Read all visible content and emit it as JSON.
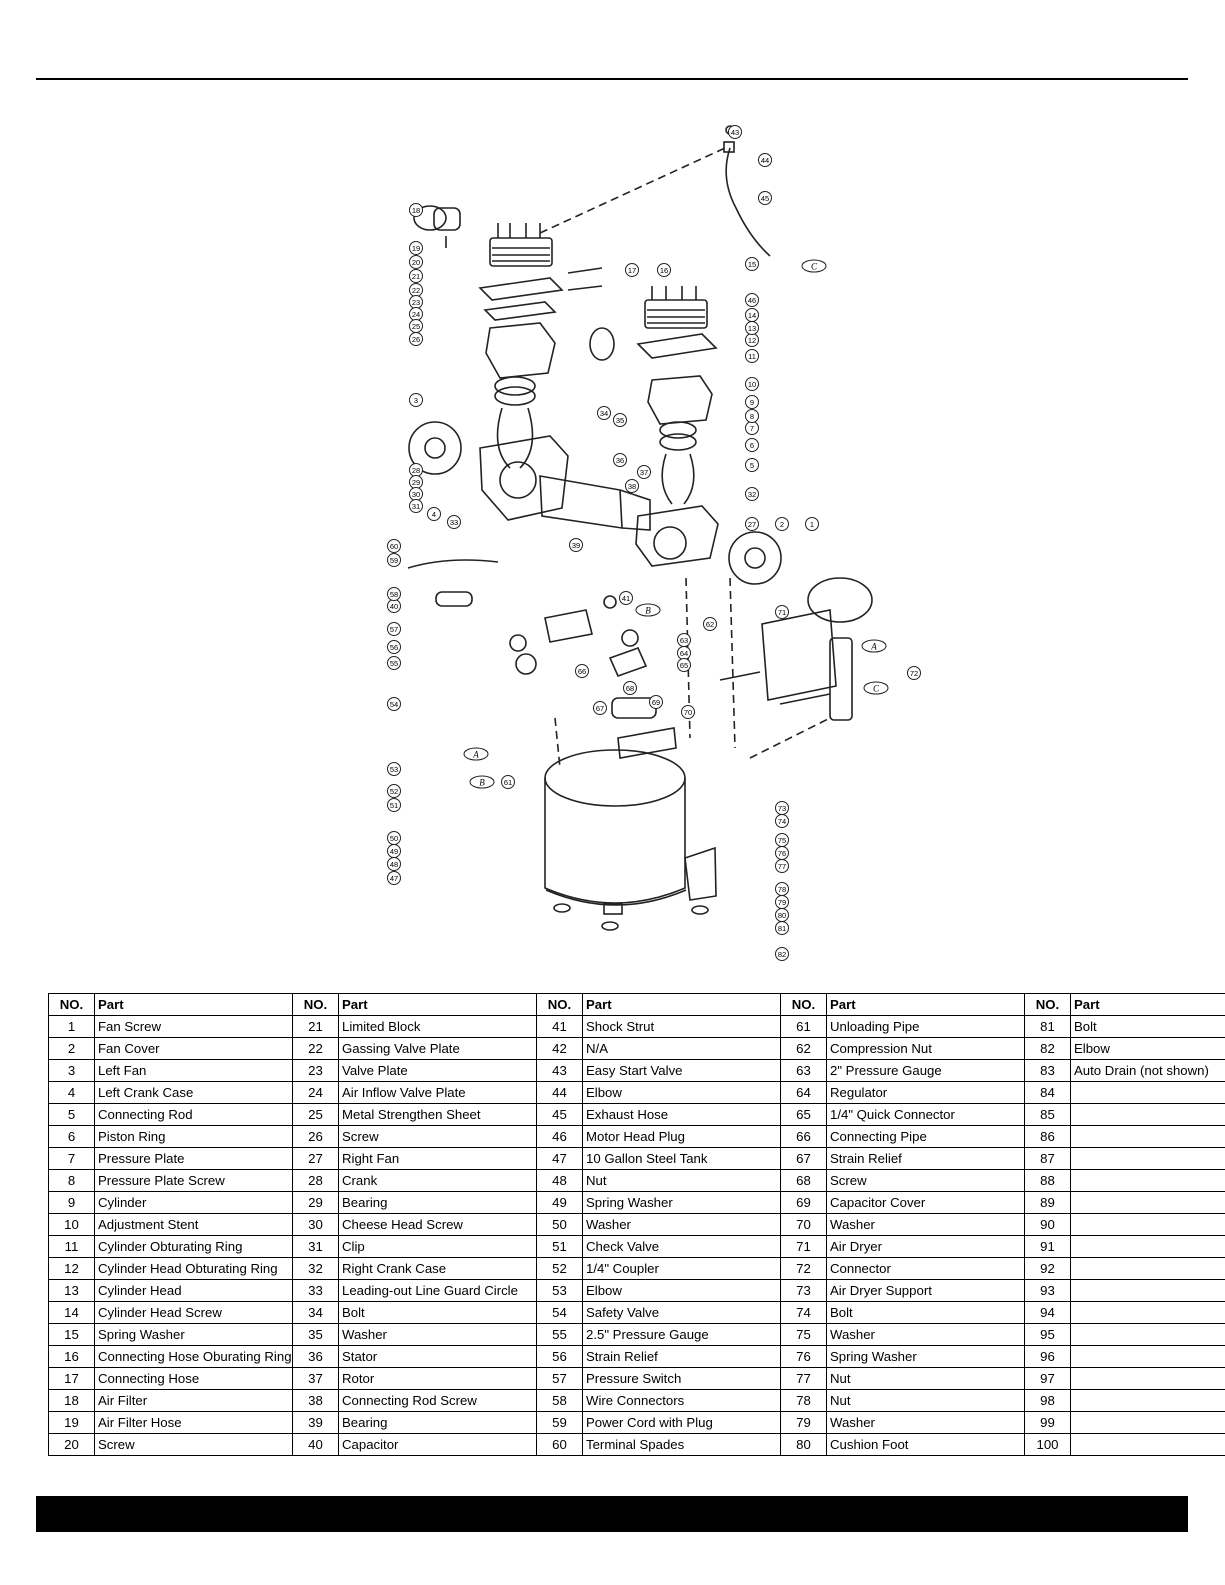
{
  "diagram": {
    "callouts": [
      "1",
      "2",
      "3",
      "4",
      "5",
      "6",
      "7",
      "8",
      "9",
      "10",
      "11",
      "12",
      "13",
      "14",
      "15",
      "16",
      "17",
      "18",
      "19",
      "20",
      "21",
      "22",
      "23",
      "24",
      "25",
      "26",
      "27",
      "28",
      "29",
      "30",
      "31",
      "32",
      "33",
      "34",
      "35",
      "36",
      "37",
      "38",
      "39",
      "40",
      "41",
      "43",
      "44",
      "45",
      "46",
      "47",
      "48",
      "49",
      "50",
      "51",
      "52",
      "53",
      "54",
      "55",
      "56",
      "57",
      "58",
      "59",
      "60",
      "61",
      "62",
      "63",
      "64",
      "65",
      "66",
      "67",
      "68",
      "69",
      "70",
      "71",
      "72",
      "73",
      "74",
      "75",
      "76",
      "77",
      "78",
      "79",
      "80",
      "81",
      "82"
    ],
    "connector_labels": [
      "A",
      "B",
      "C"
    ]
  },
  "table": {
    "headers": {
      "no": "NO.",
      "part": "Part"
    },
    "rows": [
      [
        [
          "1",
          "Fan Screw"
        ],
        [
          "21",
          "Limited Block"
        ],
        [
          "41",
          "Shock Strut"
        ],
        [
          "61",
          "Unloading Pipe"
        ],
        [
          "81",
          "Bolt"
        ]
      ],
      [
        [
          "2",
          "Fan Cover"
        ],
        [
          "22",
          "Gassing Valve Plate"
        ],
        [
          "42",
          "N/A"
        ],
        [
          "62",
          "Compression Nut"
        ],
        [
          "82",
          "Elbow"
        ]
      ],
      [
        [
          "3",
          "Left Fan"
        ],
        [
          "23",
          "Valve Plate"
        ],
        [
          "43",
          "Easy Start Valve"
        ],
        [
          "63",
          "2\" Pressure Gauge"
        ],
        [
          "83",
          "Auto Drain (not shown)"
        ]
      ],
      [
        [
          "4",
          "Left Crank Case"
        ],
        [
          "24",
          "Air Inflow Valve Plate"
        ],
        [
          "44",
          "Elbow"
        ],
        [
          "64",
          "Regulator"
        ],
        [
          "84",
          ""
        ]
      ],
      [
        [
          "5",
          "Connecting Rod"
        ],
        [
          "25",
          "Metal Strengthen Sheet"
        ],
        [
          "45",
          "Exhaust Hose"
        ],
        [
          "65",
          "1/4\" Quick Connector"
        ],
        [
          "85",
          ""
        ]
      ],
      [
        [
          "6",
          "Piston Ring"
        ],
        [
          "26",
          "Screw"
        ],
        [
          "46",
          "Motor Head Plug"
        ],
        [
          "66",
          "Connecting Pipe"
        ],
        [
          "86",
          ""
        ]
      ],
      [
        [
          "7",
          "Pressure Plate"
        ],
        [
          "27",
          "Right Fan"
        ],
        [
          "47",
          "10 Gallon Steel Tank"
        ],
        [
          "67",
          "Strain Relief"
        ],
        [
          "87",
          ""
        ]
      ],
      [
        [
          "8",
          "Pressure Plate Screw"
        ],
        [
          "28",
          "Crank"
        ],
        [
          "48",
          "Nut"
        ],
        [
          "68",
          "Screw"
        ],
        [
          "88",
          ""
        ]
      ],
      [
        [
          "9",
          "Cylinder"
        ],
        [
          "29",
          "Bearing"
        ],
        [
          "49",
          "Spring Washer"
        ],
        [
          "69",
          "Capacitor Cover"
        ],
        [
          "89",
          ""
        ]
      ],
      [
        [
          "10",
          "Adjustment Stent"
        ],
        [
          "30",
          "Cheese Head Screw"
        ],
        [
          "50",
          "Washer"
        ],
        [
          "70",
          "Washer"
        ],
        [
          "90",
          ""
        ]
      ],
      [
        [
          "11",
          "Cylinder Obturating Ring"
        ],
        [
          "31",
          "Clip"
        ],
        [
          "51",
          "Check Valve"
        ],
        [
          "71",
          "Air Dryer"
        ],
        [
          "91",
          ""
        ]
      ],
      [
        [
          "12",
          "Cylinder Head Obturating Ring"
        ],
        [
          "32",
          "Right Crank Case"
        ],
        [
          "52",
          "1/4\" Coupler"
        ],
        [
          "72",
          "Connector"
        ],
        [
          "92",
          ""
        ]
      ],
      [
        [
          "13",
          "Cylinder Head"
        ],
        [
          "33",
          "Leading-out Line Guard Circle"
        ],
        [
          "53",
          "Elbow"
        ],
        [
          "73",
          "Air Dryer Support"
        ],
        [
          "93",
          ""
        ]
      ],
      [
        [
          "14",
          "Cylinder Head Screw"
        ],
        [
          "34",
          "Bolt"
        ],
        [
          "54",
          "Safety Valve"
        ],
        [
          "74",
          "Bolt"
        ],
        [
          "94",
          ""
        ]
      ],
      [
        [
          "15",
          "Spring Washer"
        ],
        [
          "35",
          "Washer"
        ],
        [
          "55",
          "2.5\" Pressure Gauge"
        ],
        [
          "75",
          "Washer"
        ],
        [
          "95",
          ""
        ]
      ],
      [
        [
          "16",
          "Connecting Hose Oburating Ring"
        ],
        [
          "36",
          "Stator"
        ],
        [
          "56",
          "Strain Relief"
        ],
        [
          "76",
          "Spring Washer"
        ],
        [
          "96",
          ""
        ]
      ],
      [
        [
          "17",
          "Connecting Hose"
        ],
        [
          "37",
          "Rotor"
        ],
        [
          "57",
          "Pressure Switch"
        ],
        [
          "77",
          "Nut"
        ],
        [
          "97",
          ""
        ]
      ],
      [
        [
          "18",
          "Air Filter"
        ],
        [
          "38",
          "Connecting Rod Screw"
        ],
        [
          "58",
          "Wire Connectors"
        ],
        [
          "78",
          "Nut"
        ],
        [
          "98",
          ""
        ]
      ],
      [
        [
          "19",
          "Air Filter Hose"
        ],
        [
          "39",
          "Bearing"
        ],
        [
          "59",
          "Power Cord with Plug"
        ],
        [
          "79",
          "Washer"
        ],
        [
          "99",
          ""
        ]
      ],
      [
        [
          "20",
          "Screw"
        ],
        [
          "40",
          "Capacitor"
        ],
        [
          "60",
          "Terminal Spades"
        ],
        [
          "80",
          "Cushion Foot"
        ],
        [
          "100",
          ""
        ]
      ]
    ]
  }
}
